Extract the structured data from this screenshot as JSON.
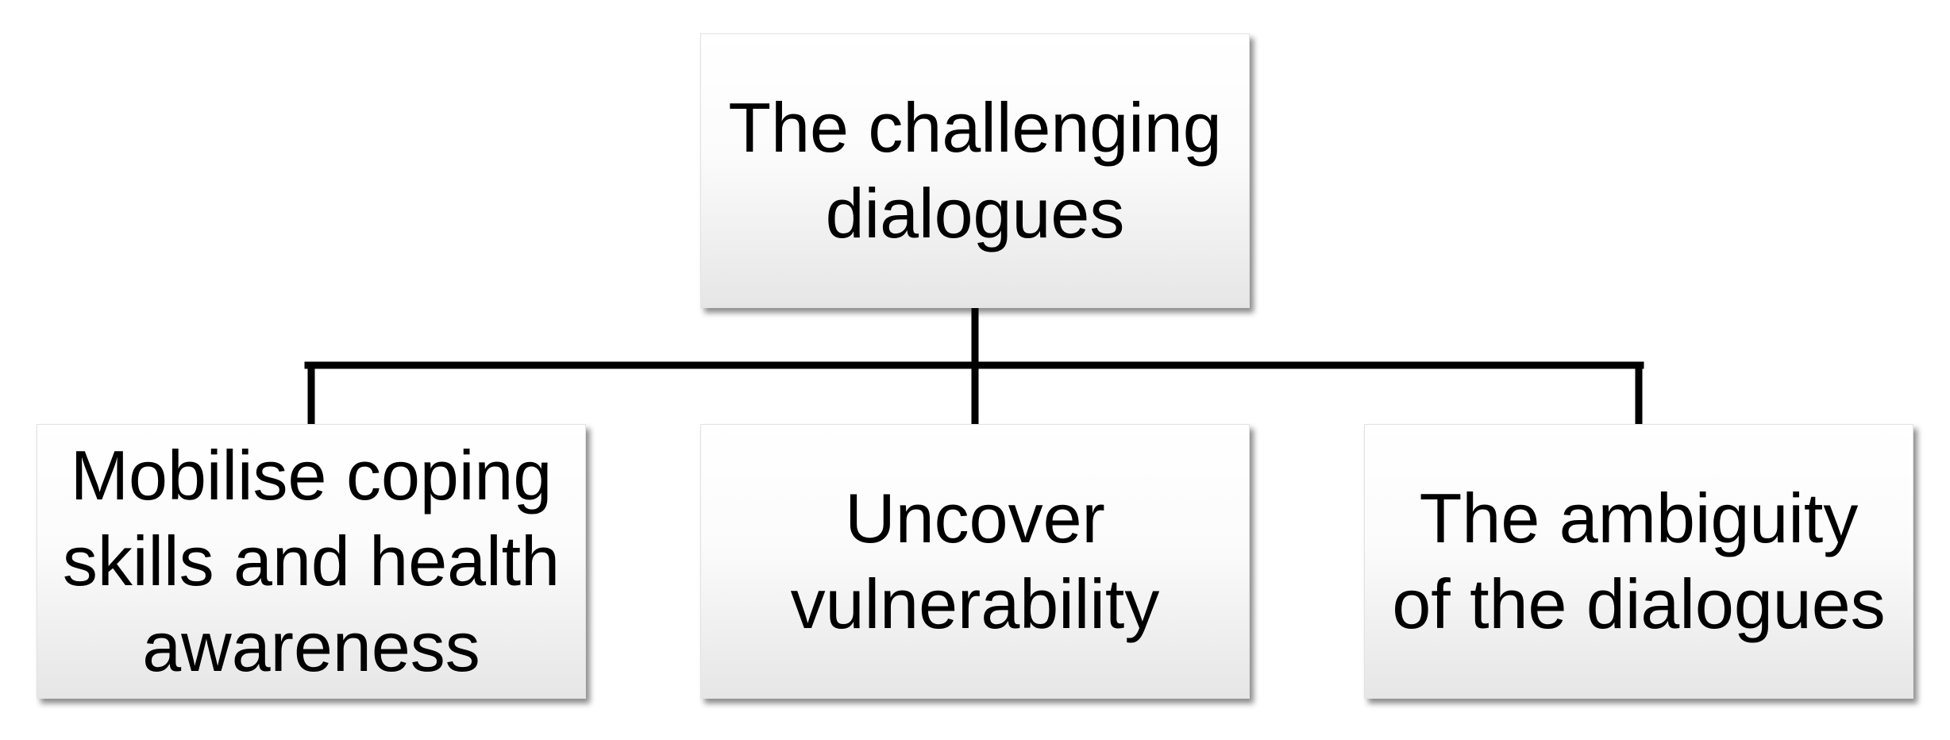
{
  "diagram": {
    "root": {
      "label": "The challenging\ndialogues"
    },
    "children": [
      {
        "label": "Mobilise coping\nskills and health\nawareness"
      },
      {
        "label": "Uncover\nvulnerability"
      },
      {
        "label": "The ambiguity\nof the dialogues"
      }
    ]
  },
  "colors": {
    "connector": "#000000",
    "box_top": "#ffffff",
    "box_bottom": "#e6e6e6",
    "text": "#000000"
  }
}
